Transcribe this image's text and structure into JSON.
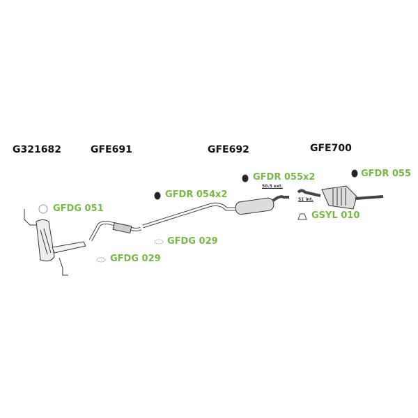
{
  "accent_color": "#7ab648",
  "sections": [
    {
      "code": "G321682"
    },
    {
      "code": "GFE691"
    },
    {
      "code": "GFE692"
    },
    {
      "code": "GFE700"
    }
  ],
  "parts": [
    {
      "label": "GFDG 051",
      "icon": "gasket-ring-icon"
    },
    {
      "label": "GFDR 054x2",
      "icon": "rubber-hanger-icon"
    },
    {
      "label": "GFDR 055x2",
      "icon": "rubber-hanger-icon"
    },
    {
      "label": "GFDR 055",
      "icon": "rubber-hanger-icon"
    },
    {
      "label": "GSYL 010",
      "icon": "clamp-icon"
    },
    {
      "label": "GFDG 029",
      "icon": "gasket-icon"
    },
    {
      "label": "GFDG 029",
      "icon": "gasket-icon"
    }
  ],
  "dimensions": {
    "ext": "50.5 ext.",
    "int": "51 int."
  }
}
